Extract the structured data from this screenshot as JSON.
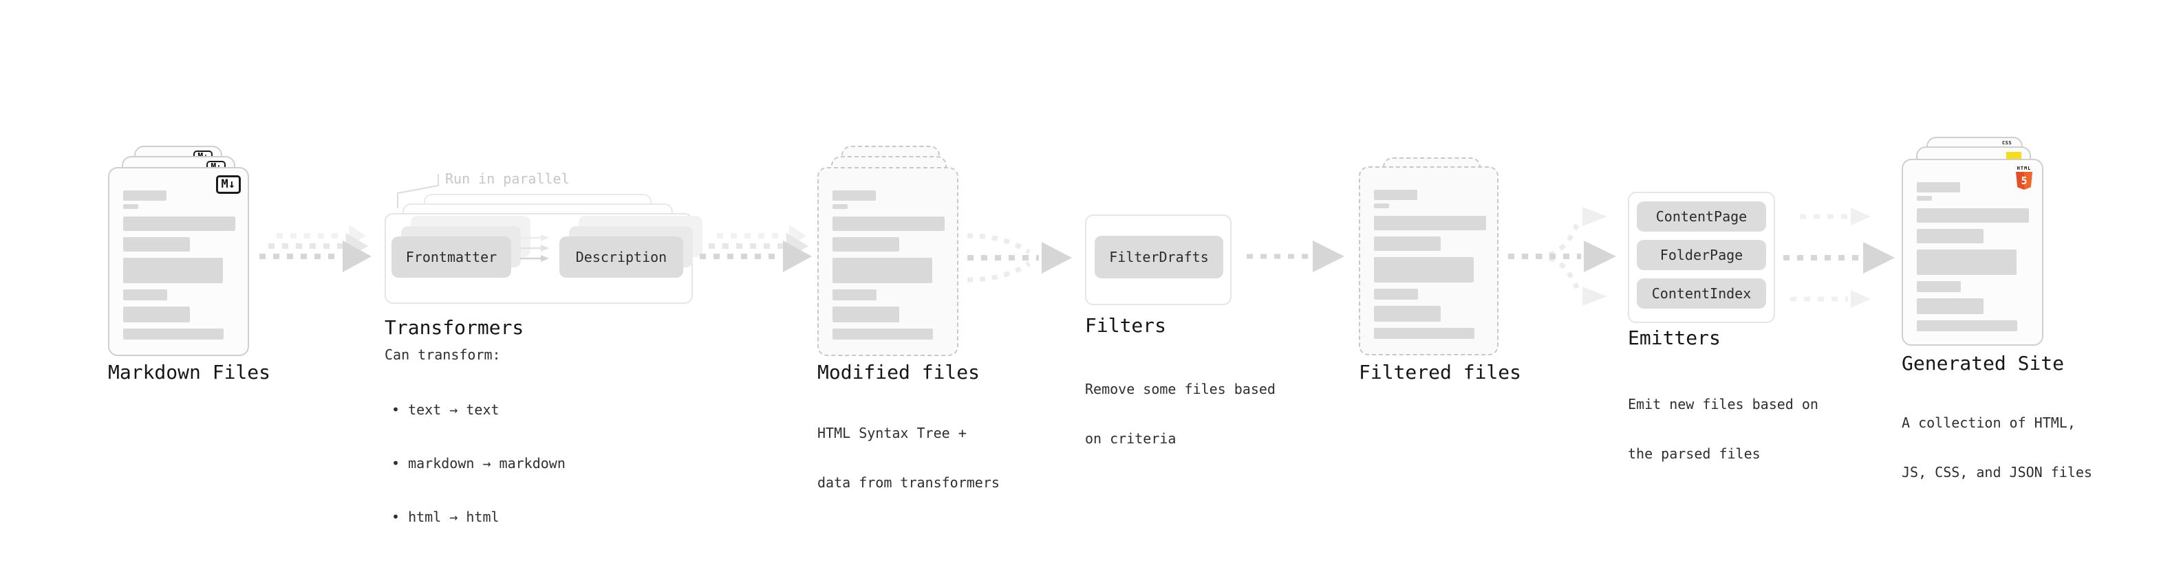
{
  "markdown": {
    "label": "Markdown Files",
    "logo": "M↓"
  },
  "transformers": {
    "title": "Transformers",
    "annotation": "Run in parallel",
    "items": [
      "Frontmatter",
      "Description"
    ],
    "desc": "Can transform:",
    "bullets": [
      "• text → text",
      "• markdown → markdown",
      "• html → html"
    ]
  },
  "modified": {
    "title": "Modified files",
    "desc_lines": [
      "HTML Syntax Tree +",
      "data from transformers"
    ]
  },
  "filters": {
    "title": "Filters",
    "items": [
      "FilterDrafts"
    ],
    "desc_lines": [
      "Remove some files based",
      "on criteria"
    ]
  },
  "filtered": {
    "title": "Filtered files"
  },
  "emitters": {
    "title": "Emitters",
    "items": [
      "ContentPage",
      "FolderPage",
      "ContentIndex"
    ],
    "desc_lines": [
      "Emit new files based on",
      "the parsed files"
    ]
  },
  "generated": {
    "title": "Generated Site",
    "desc_lines": [
      "A collection of HTML,",
      "JS, CSS, and JSON files"
    ],
    "html_logo": {
      "word": "HTML",
      "number": "5"
    },
    "css_logo": "CSS"
  },
  "decor_bars": [
    {
      "w": 63,
      "h": 15,
      "mt": 0
    },
    {
      "w": 22,
      "h": 7,
      "mt": 5
    },
    {
      "w": 163,
      "h": 21,
      "mt": 11
    },
    {
      "w": 97,
      "h": 21,
      "mt": 9
    },
    {
      "w": 145,
      "h": 37,
      "mt": 9
    },
    {
      "w": 64,
      "h": 16,
      "mt": 9
    },
    {
      "w": 97,
      "h": 23,
      "mt": 9
    },
    {
      "w": 146,
      "h": 16,
      "mt": 9
    }
  ],
  "colors": {
    "arrow": "#d6d6d6",
    "arrow_ghost": "#ededed",
    "bar": "#d9d9d9",
    "item_bg": "#dcdcdc",
    "html5_orange": "#e44d26",
    "js_yellow": "#f5de19",
    "css_blue": "#2962ff"
  }
}
